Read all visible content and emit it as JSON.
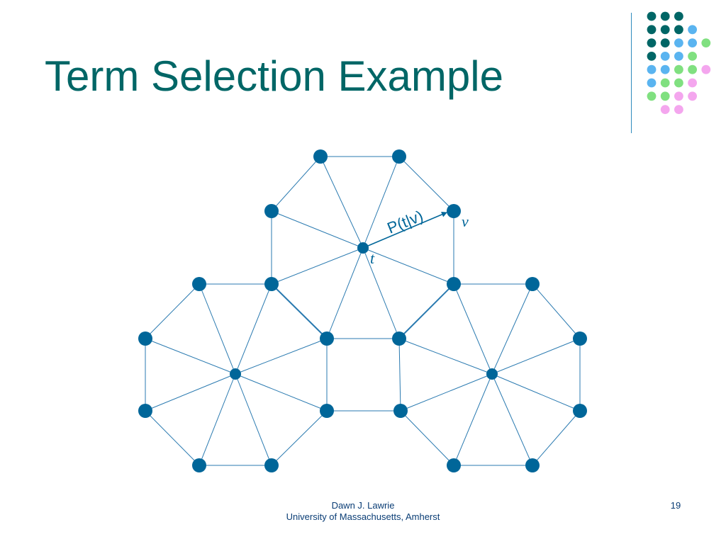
{
  "slide": {
    "title": "Term Selection Example",
    "page_number": "19"
  },
  "footer": {
    "author": "Dawn J. Lawrie",
    "affiliation": "University of Massachusetts, Amherst"
  },
  "diagram": {
    "edge_label": "P(t|v)",
    "node_t_label": "t",
    "node_v_label": "v"
  },
  "decoration": {
    "dot_rows": [
      [
        "teal",
        "teal",
        "teal"
      ],
      [
        "teal",
        "teal",
        "teal",
        "blue"
      ],
      [
        "teal",
        "teal",
        "blue",
        "blue",
        "green"
      ],
      [
        "teal",
        "blue",
        "blue",
        "green"
      ],
      [
        "blue",
        "blue",
        "green",
        "green",
        "pink"
      ],
      [
        "blue",
        "green",
        "green",
        "pink"
      ],
      [
        "green",
        "green",
        "pink",
        "pink"
      ],
      [
        "pink",
        "pink"
      ]
    ]
  },
  "colors": {
    "title": "#006666",
    "node": "#006699",
    "edge": "#2a7ab0",
    "teal": "#006666",
    "blue": "#5ab4f0",
    "green": "#80e080",
    "pink": "#f4a6ee",
    "footer_text": "#0a3d75"
  }
}
